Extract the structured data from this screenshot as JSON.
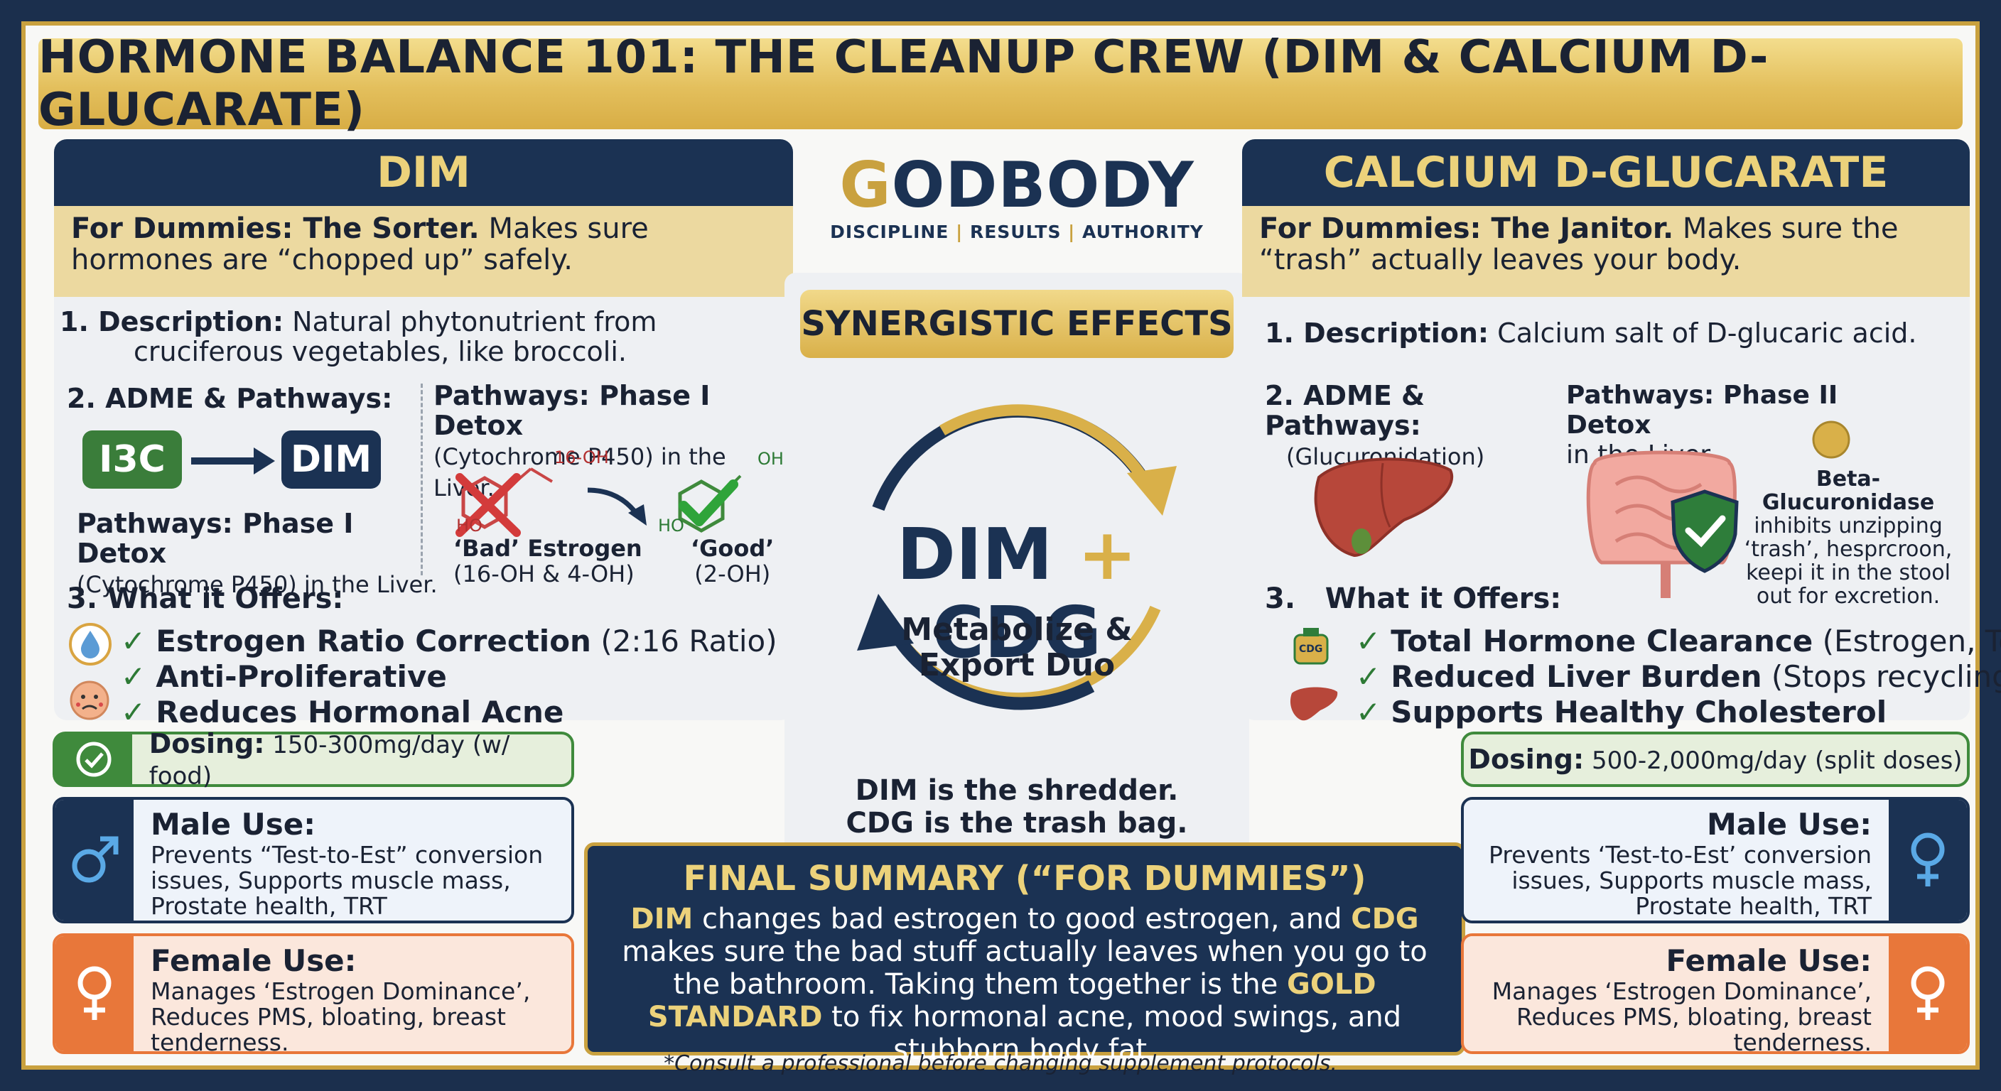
{
  "title": "HORMONE BALANCE 101: THE CLEANUP CREW (DIM & CALCIUM D-GLUCARATE)",
  "brand": {
    "name": "GODBODY",
    "name_g": "G",
    "name_rest": "ODBODY",
    "tagline_1": "DISCIPLINE",
    "tagline_2": "RESULTS",
    "tagline_3": "AUTHORITY",
    "sep": "|"
  },
  "colors": {
    "navy": "#1b3253",
    "gold": "#d9b049",
    "green": "#3f8a3c",
    "orange": "#e8773a",
    "red": "#d33b3b"
  },
  "dim": {
    "heading": "DIM",
    "dummies_bold": "For Dummies: The Sorter.",
    "dummies_rest": " Makes sure hormones are “chopped up” safely.",
    "desc_label": "1. Description:",
    "desc_line1": " Natural phytonutrient from",
    "desc_line2": "cruciferous vegetables, like broccoli.",
    "adme_label": "2. ADME & Pathways:",
    "pill_1": "I3C",
    "pill_2": "DIM",
    "pathway_bold": "Pathways: Phase I Detox",
    "pathway_rest": "(Cytochrome P450) in the Liver.",
    "pathway_right_bold": "Pathways: Phase I Detox",
    "pathway_right_rest": "(Cytochrome P450) in the Liver.",
    "chem_16oh": "16-OH",
    "chem_ho_left": "HO",
    "chem_oh_right": "OH",
    "chem_ho_right": "HO",
    "bad_label": "‘Bad’ Estrogen",
    "bad_sub": "(16-OH & 4-OH)",
    "good_label": "‘Good’",
    "good_sub": "(2-OH)",
    "offers_label": "3. What it Offers:",
    "offers": [
      {
        "bold": "Estrogen Ratio Correction",
        "rest": " (2:16 Ratio)"
      },
      {
        "bold": "Anti-Proliferative",
        "rest": ""
      },
      {
        "bold": "Reduces Hormonal Acne",
        "rest": ""
      }
    ],
    "dosing_label": "Dosing:",
    "dosing_value": " 150-300mg/day (w/ food)",
    "male_title": "Male Use:",
    "male_text": "Prevents “Test-to-Est” conversion issues, Supports muscle mass, Prostate health, TRT Management.",
    "female_title": "Female Use:",
    "female_text": "Manages ‘Estrogen Dominance’, Reduces PMS, bloating, breast tenderness."
  },
  "cdg": {
    "heading": "CALCIUM D-GLUCARATE",
    "dummies_bold": "For Dummies: The Janitor.",
    "dummies_rest": " Makes sure the “trash” actually leaves your body.",
    "desc_label": "1. Description:",
    "desc_text": " Calcium salt of D-glucaric acid.",
    "adme_label": "2. ADME & Pathways:",
    "adme_sub": "(Glucuronidation)",
    "pathway_bold": "Pathways: Phase II Detox",
    "pathway_rest": "in the Liver.",
    "enzyme_bold": "Beta-Glucuronidase",
    "enzyme_text": "inhibits unzipping ‘trash’, hesprcroon, keepi it in the stool out for excretion.",
    "cdg_icon_label": "CDG",
    "offers_label": "3.   What it Offers:",
    "offers": [
      {
        "bold": "Total Hormone Clearance",
        "rest": " (Estrogen, Toxins)"
      },
      {
        "bold": "Reduced Liver Burden",
        "rest": " (Stops recycling)"
      },
      {
        "bold": "Supports Healthy Cholesterol",
        "rest": ""
      }
    ],
    "dosing_label": "Dosing:",
    "dosing_value": " 500-2,000mg/day (split doses)",
    "male_title": "Male Use:",
    "male_text": "Prevents ‘Test-to-Est’ conversion issues, Supports muscle mass, Prostate health, TRT Management.",
    "female_title": "Female Use:",
    "female_text": "Manages ‘Estrogen Dominance’, Reduces PMS, bloating, breast tenderness."
  },
  "center": {
    "synergy": "SYNERGISTIC EFFECTS",
    "combo_left": "DIM",
    "combo_plus": "+",
    "combo_right": "CDG",
    "duo_line1": "Metabolize &",
    "duo_line2": "Export Duo",
    "analogy_1": "DIM is the shredder.",
    "analogy_2": "CDG is the trash bag."
  },
  "summary": {
    "heading": "FINAL SUMMARY (“FOR DUMMIES”)",
    "dim": "DIM",
    "t1": " changes bad estrogen to good estrogen, and ",
    "cdg": "CDG",
    "t2": " makes sure the bad stuff actually leaves when you go to the bathroom. Taking them together is the ",
    "gold": "GOLD STANDARD",
    "t3": " to fix hormonal acne, mood swings, and stubborn body fat."
  },
  "footer": "*Consult a professional before changing supplement protocols."
}
